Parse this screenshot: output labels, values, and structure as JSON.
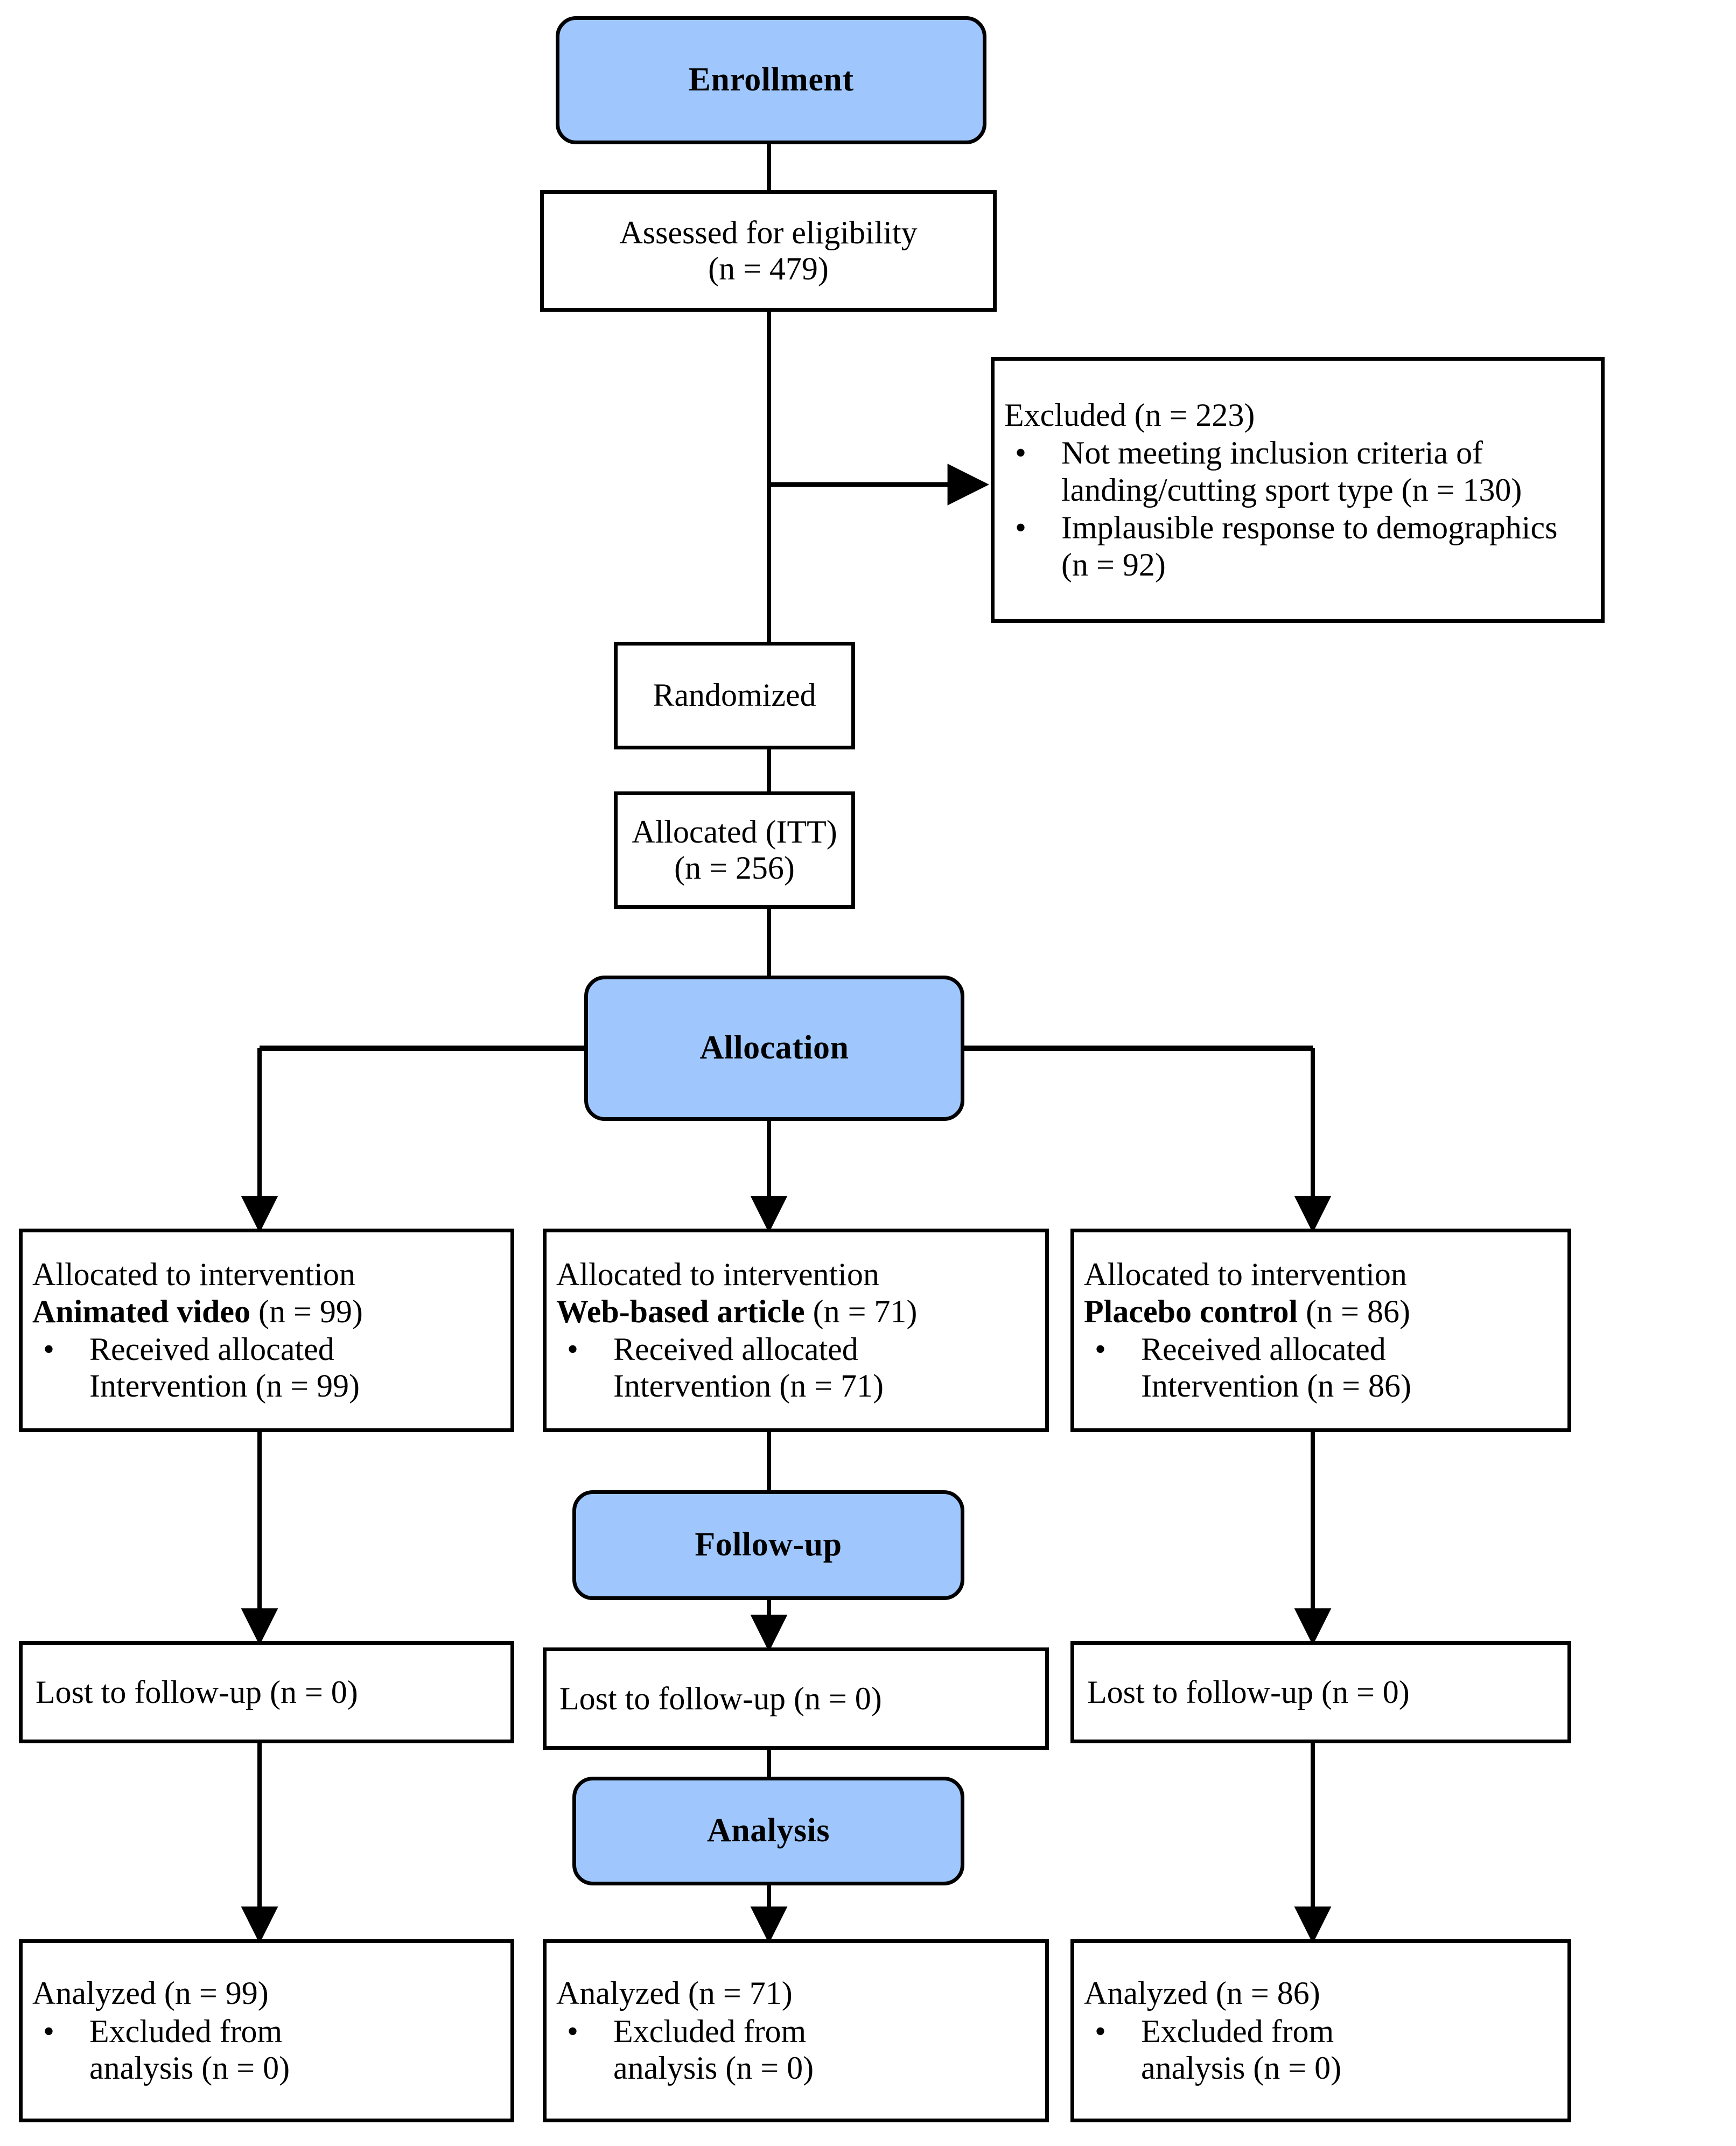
{
  "figure": {
    "type": "consort-flow-diagram",
    "accent_color": "#9fc7fd",
    "line_color": "#000000",
    "background_color": "#ffffff"
  },
  "stages": {
    "enrollment": "Enrollment",
    "allocation": "Allocation",
    "followup": "Follow-up",
    "analysis": "Analysis"
  },
  "enrollment": {
    "assessed": {
      "line1": "Assessed for eligibility",
      "line2": "(n = 479)"
    },
    "excluded": {
      "heading": "Excluded (n = 223)",
      "reasons": [
        "Not meeting inclusion criteria of landing/cutting sport type (n = 130)",
        "Implausible response to demographics (n = 92)"
      ],
      "bullet_glyph": "•"
    },
    "randomized": {
      "label": "Randomized"
    },
    "allocated_itt": {
      "line1": "Allocated (ITT)",
      "line2": "(n = 256)"
    }
  },
  "arms": [
    {
      "id": "animated-video",
      "allocation": {
        "lead_prefix": "Allocated to intervention",
        "arm_name": "Animated video",
        "arm_count": "(n = 99)",
        "bullet_glyph": "•",
        "bullet_line1": "Received allocated",
        "bullet_line2": "Intervention (n = 99)"
      },
      "followup": {
        "text": "Lost to follow-up (n = 0)"
      },
      "analysis": {
        "heading": "Analyzed (n = 99)",
        "bullet_glyph": "•",
        "bullet_line1": "Excluded from",
        "bullet_line2": "analysis (n = 0)"
      }
    },
    {
      "id": "web-based-article",
      "allocation": {
        "lead_prefix": "Allocated to intervention",
        "arm_name": "Web-based article",
        "arm_count": "(n = 71)",
        "bullet_glyph": "•",
        "bullet_line1": "Received allocated",
        "bullet_line2": "Intervention (n = 71)"
      },
      "followup": {
        "text": "Lost to follow-up (n = 0)"
      },
      "analysis": {
        "heading": "Analyzed (n = 71)",
        "bullet_glyph": "•",
        "bullet_line1": "Excluded from",
        "bullet_line2": "analysis (n = 0)"
      }
    },
    {
      "id": "placebo-control",
      "allocation": {
        "lead_prefix": "Allocated to intervention",
        "arm_name": "Placebo control",
        "arm_count": "(n = 86)",
        "bullet_glyph": "•",
        "bullet_line1": "Received allocated",
        "bullet_line2": "Intervention (n = 86)"
      },
      "followup": {
        "text": "Lost to follow-up (n = 0)"
      },
      "analysis": {
        "heading": "Analyzed (n = 86)",
        "bullet_glyph": "•",
        "bullet_line1": "Excluded from",
        "bullet_line2": "analysis (n = 0)"
      }
    }
  ],
  "chart_data": {
    "type": "flowchart",
    "title": "CONSORT participant flow",
    "nodes": [
      {
        "id": "assessed",
        "label": "Assessed for eligibility",
        "n": 479
      },
      {
        "id": "excluded",
        "label": "Excluded",
        "n": 223
      },
      {
        "id": "excluded-criteria",
        "label": "Not meeting inclusion criteria of landing/cutting sport type",
        "n": 130
      },
      {
        "id": "excluded-implausible",
        "label": "Implausible response to demographics",
        "n": 92
      },
      {
        "id": "randomized",
        "label": "Randomized",
        "n": null
      },
      {
        "id": "allocated-itt",
        "label": "Allocated (ITT)",
        "n": 256
      },
      {
        "id": "alloc-animated-video",
        "label": "Animated video",
        "n": 99
      },
      {
        "id": "alloc-web-based-article",
        "label": "Web-based article",
        "n": 71
      },
      {
        "id": "alloc-placebo-control",
        "label": "Placebo control",
        "n": 86
      },
      {
        "id": "received-animated-video",
        "label": "Received allocated Intervention",
        "n": 99
      },
      {
        "id": "received-web-based-article",
        "label": "Received allocated Intervention",
        "n": 71
      },
      {
        "id": "received-placebo-control",
        "label": "Received allocated Intervention",
        "n": 86
      },
      {
        "id": "lost-animated-video",
        "label": "Lost to follow-up",
        "n": 0
      },
      {
        "id": "lost-web-based-article",
        "label": "Lost to follow-up",
        "n": 0
      },
      {
        "id": "lost-placebo-control",
        "label": "Lost to follow-up",
        "n": 0
      },
      {
        "id": "analyzed-animated-video",
        "label": "Analyzed",
        "n": 99
      },
      {
        "id": "analyzed-web-based-article",
        "label": "Analyzed",
        "n": 71
      },
      {
        "id": "analyzed-placebo-control",
        "label": "Analyzed",
        "n": 86
      },
      {
        "id": "excl-analysis-animated-video",
        "label": "Excluded from analysis",
        "n": 0
      },
      {
        "id": "excl-analysis-web-based-article",
        "label": "Excluded from analysis",
        "n": 0
      },
      {
        "id": "excl-analysis-placebo-control",
        "label": "Excluded from analysis",
        "n": 0
      }
    ],
    "edges": [
      {
        "from": "assessed",
        "to": "excluded"
      },
      {
        "from": "assessed",
        "to": "randomized"
      },
      {
        "from": "randomized",
        "to": "allocated-itt"
      },
      {
        "from": "allocated-itt",
        "to": "alloc-animated-video"
      },
      {
        "from": "allocated-itt",
        "to": "alloc-web-based-article"
      },
      {
        "from": "allocated-itt",
        "to": "alloc-placebo-control"
      },
      {
        "from": "alloc-animated-video",
        "to": "lost-animated-video"
      },
      {
        "from": "alloc-web-based-article",
        "to": "lost-web-based-article"
      },
      {
        "from": "alloc-placebo-control",
        "to": "lost-placebo-control"
      },
      {
        "from": "lost-animated-video",
        "to": "analyzed-animated-video"
      },
      {
        "from": "lost-web-based-article",
        "to": "analyzed-web-based-article"
      },
      {
        "from": "lost-placebo-control",
        "to": "analyzed-placebo-control"
      }
    ],
    "stage_bands": [
      "Enrollment",
      "Allocation",
      "Follow-up",
      "Analysis"
    ]
  }
}
